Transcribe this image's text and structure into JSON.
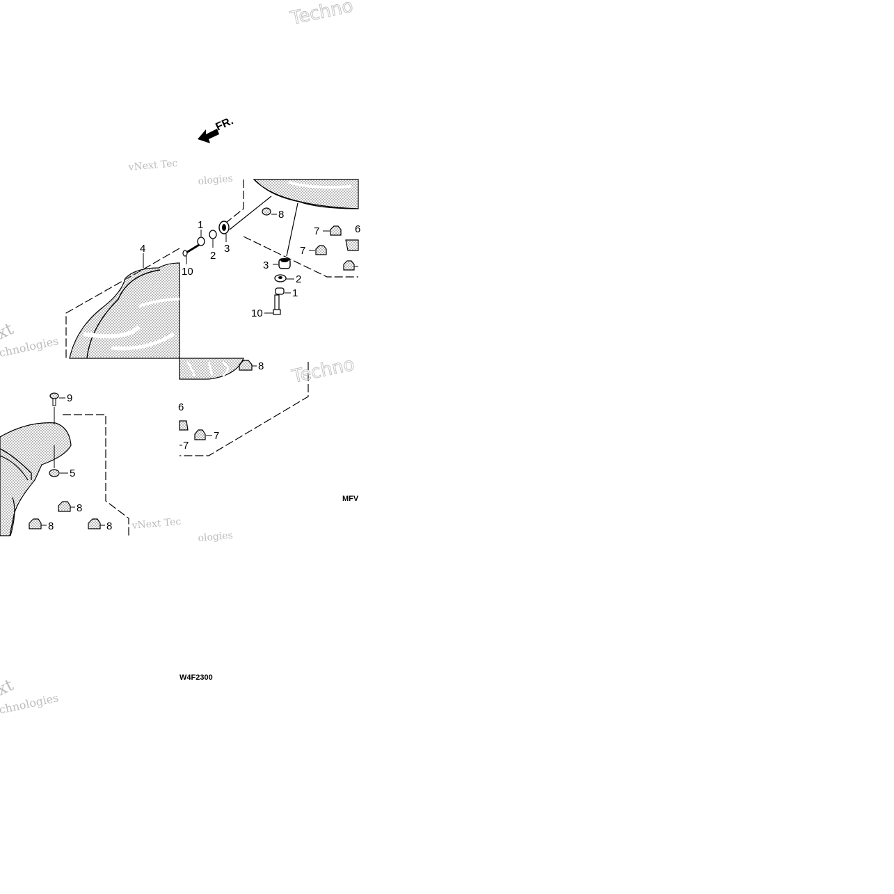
{
  "diagram": {
    "direction_label": "FR.",
    "part_code_top": "MFV",
    "part_code_bottom": "W4F2300",
    "watermark": {
      "brand_a": "Techno",
      "brand_b": "vNext Tec",
      "brand_c": "ologies",
      "brand_d": "xt",
      "brand_e": "chnologies"
    },
    "callouts": {
      "c1a": "1",
      "c2a": "2",
      "c3a": "3",
      "c10a": "10",
      "c4": "4",
      "c8a": "8",
      "c7a": "7",
      "c6a": "6",
      "c7b": "7",
      "c3b": "3",
      "c2b": "2",
      "c1b": "1",
      "c10b": "10",
      "c8b": "8",
      "c6b": "6",
      "c7c": "7",
      "c7d": "7",
      "c9": "9",
      "c5": "5",
      "c8c": "8",
      "c8d": "8",
      "c8e": "8"
    }
  }
}
